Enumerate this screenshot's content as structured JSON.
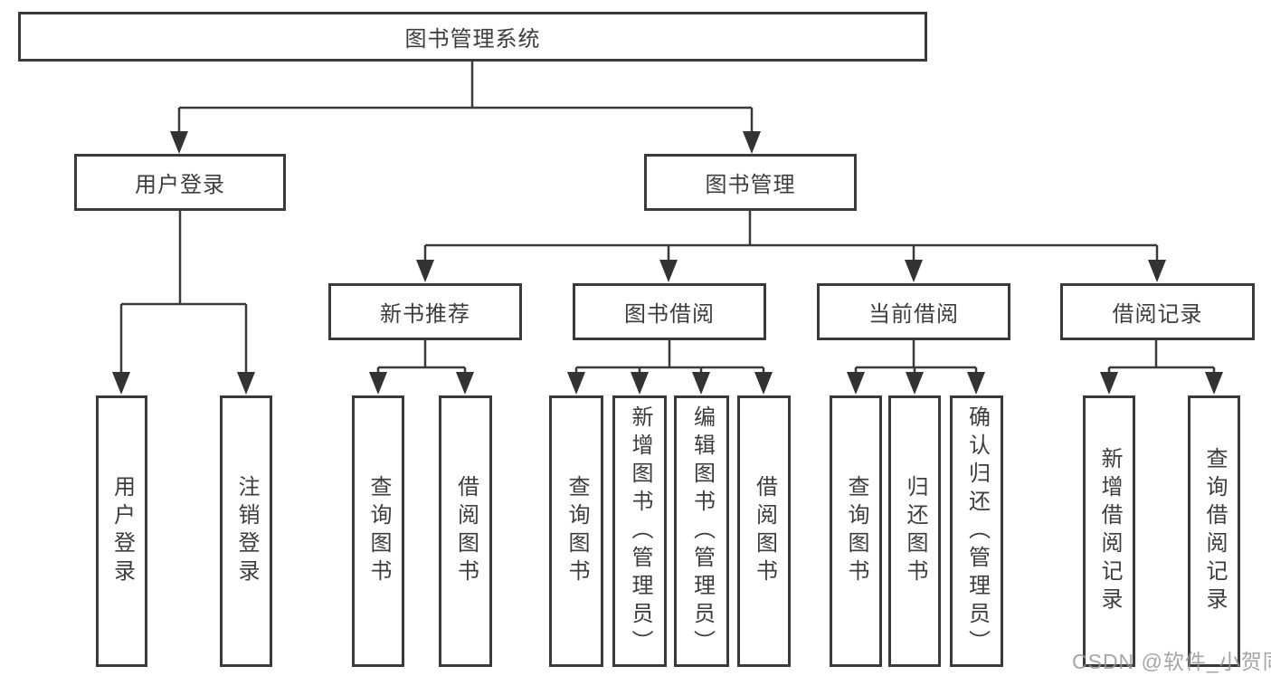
{
  "diagram_type": "hierarchy-tree",
  "tree": {
    "root": {
      "label": "图书管理系统",
      "children": [
        {
          "label": "用户登录",
          "children": [
            {
              "label": "用户登录"
            },
            {
              "label": "注销登录"
            }
          ]
        },
        {
          "label": "图书管理",
          "children": [
            {
              "label": "新书推荐",
              "children": [
                {
                  "label": "查询图书"
                },
                {
                  "label": "借阅图书"
                }
              ]
            },
            {
              "label": "图书借阅",
              "children": [
                {
                  "label": "查询图书"
                },
                {
                  "label": "新增图书（管理员）"
                },
                {
                  "label": "编辑图书（管理员）"
                },
                {
                  "label": "借阅图书"
                }
              ]
            },
            {
              "label": "当前借阅",
              "children": [
                {
                  "label": "查询图书"
                },
                {
                  "label": "归还图书"
                },
                {
                  "label": "确认归还（管理员）"
                }
              ]
            },
            {
              "label": "借阅记录",
              "children": [
                {
                  "label": "新增借阅记录"
                },
                {
                  "label": "查询借阅记录"
                }
              ]
            }
          ]
        }
      ]
    }
  },
  "watermark": {
    "text": "CSDN @软件_小贺同学",
    "color": "#969696"
  },
  "colors": {
    "background": "#ffffff",
    "box_border": "#3a3a3a",
    "text": "#3d3d3d",
    "connector": "#3a3a3a"
  }
}
